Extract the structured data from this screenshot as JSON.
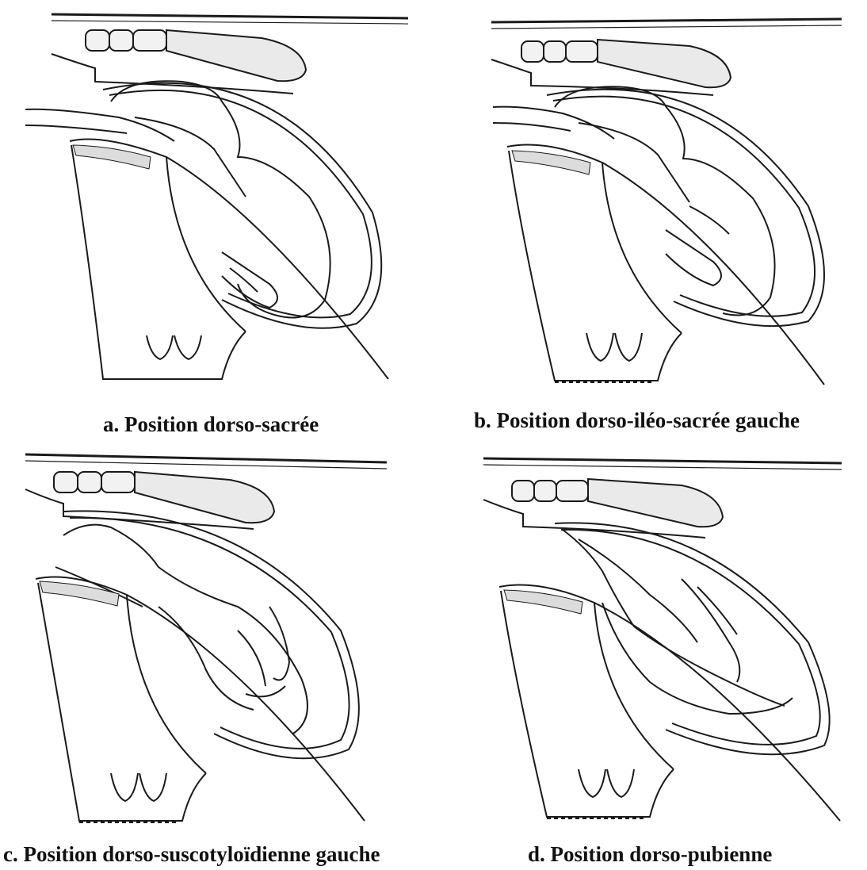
{
  "figure": {
    "panels": [
      {
        "id": "a",
        "caption": "a. Position dorso-sacrée",
        "variant": "sacral"
      },
      {
        "id": "b",
        "caption": "b. Position dorso-iléo-sacrée gauche",
        "variant": "ileo-sacral"
      },
      {
        "id": "c",
        "caption": "c. Position dorso-suscotyloïdienne gauche",
        "variant": "suscotyloid"
      },
      {
        "id": "d",
        "caption": "d. Position dorso-pubienne",
        "variant": "pubic"
      }
    ]
  },
  "colors": {
    "ink": "#1a1a1a",
    "stipple": "#888888",
    "background": "#ffffff"
  }
}
